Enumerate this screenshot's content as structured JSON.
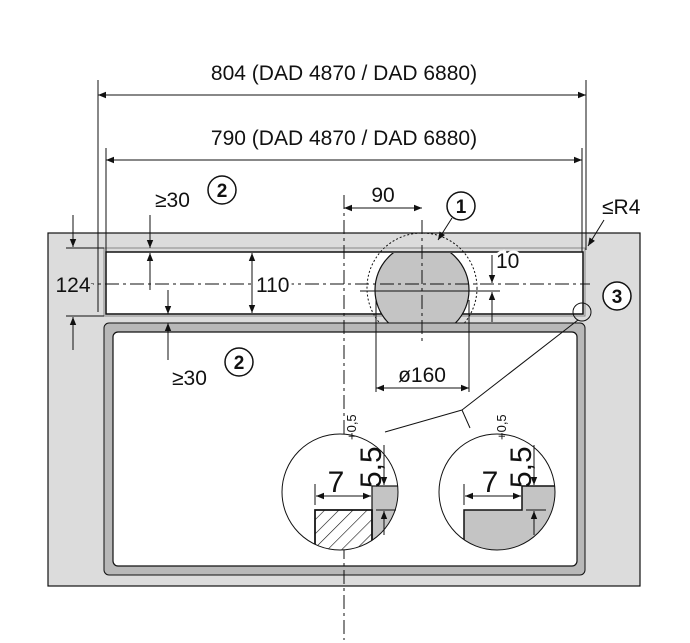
{
  "dimensions": {
    "overall_width": "804 (DAD 4870 / DAD 6880)",
    "cutout_width": "790 (DAD 4870 / DAD 6880)",
    "min_gap_top": "≥30",
    "min_gap_bottom": "≥30",
    "offset": "90",
    "corner_radius": "≤R4",
    "overall_depth": "124",
    "cutout_depth": "110",
    "center_offset": "10",
    "hole_diameter": "ø160",
    "rebate_width_1": "7",
    "rebate_depth_1": "5,5",
    "rebate_tol_1": "+0,5",
    "rebate_width_2": "7",
    "rebate_depth_2": "5,5",
    "rebate_tol_2": "+0,5"
  },
  "callouts": [
    "1",
    "2",
    "2",
    "3"
  ],
  "colors": {
    "worktop": "#dcdcdc",
    "hole": "#c4c4c4",
    "sink_rim": "#b8b8b8"
  }
}
